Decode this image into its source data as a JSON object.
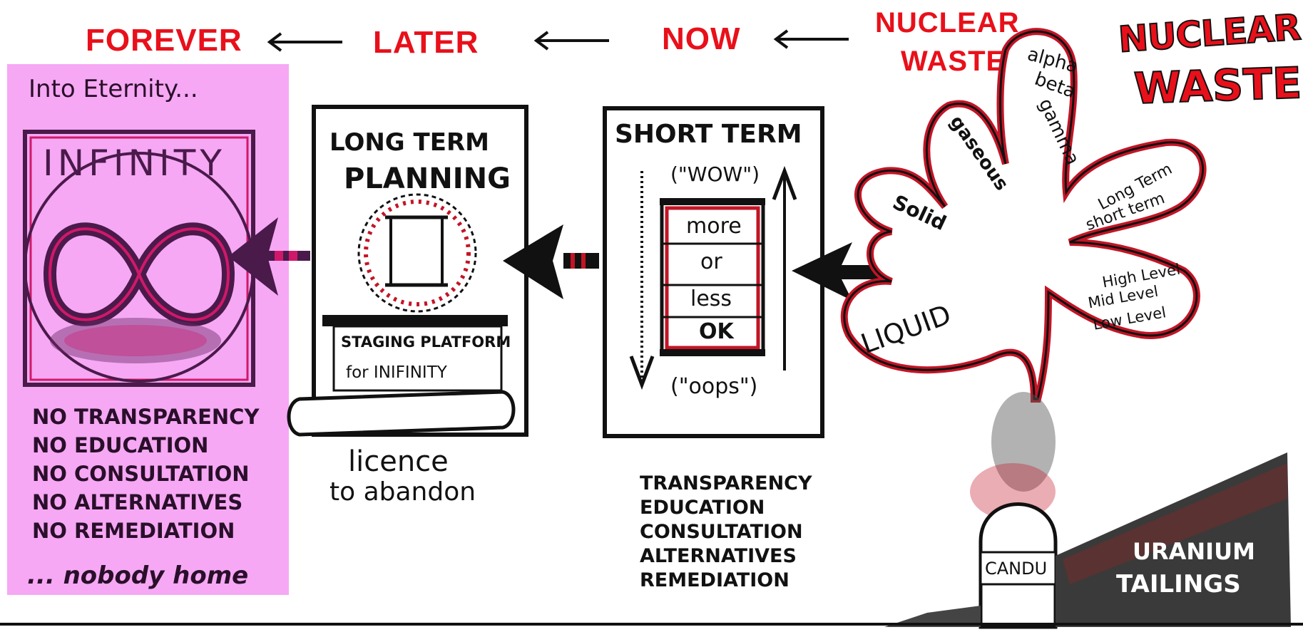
{
  "headers": {
    "forever": "FOREVER",
    "later": "LATER",
    "now": "NOW",
    "nuclear_waste": [
      "NUCLEAR",
      "WASTE"
    ]
  },
  "title_art": [
    "NUCLEAR",
    "WASTE"
  ],
  "forever_panel": {
    "top_caption": "Into Eternity...",
    "box_title": "INFINITY",
    "list": [
      "NO TRANSPARENCY",
      "NO EDUCATION",
      "NO CONSULTATION",
      "NO ALTERNATIVES",
      "NO REMEDIATION"
    ],
    "footer": "... nobody home"
  },
  "long_term": {
    "title": [
      "LONG TERM",
      "PLANNING"
    ],
    "platform": [
      "STAGING PLATFORM",
      "for INIFINITY"
    ],
    "caption": [
      "licence",
      "to abandon"
    ]
  },
  "short_term": {
    "title": "SHORT TERM",
    "top": "(\"WOW\")",
    "ladder": [
      "more",
      "or",
      "less",
      "OK"
    ],
    "bottom": "(\"oops\")",
    "list": [
      "TRANSPARENCY",
      "EDUCATION",
      "CONSULTATION",
      "ALTERNATIVES",
      "REMEDIATION"
    ]
  },
  "waste_cloud": {
    "alpha": [
      "alpha",
      "beta",
      "gamma"
    ],
    "gaseous": "gaseous",
    "solid": "Solid",
    "liquid": "LIQUID",
    "term": [
      "Long Term",
      "short term"
    ],
    "levels": [
      "High Level",
      "Mid Level",
      "Low Level"
    ]
  },
  "reactor": "CANDU",
  "tailings": [
    "URANIUM",
    "TAILINGS"
  ],
  "colors": {
    "accent_red": "#e8101a",
    "pink": "#f6a8f4",
    "ink": "#111111",
    "purple": "#4a1a4a"
  }
}
